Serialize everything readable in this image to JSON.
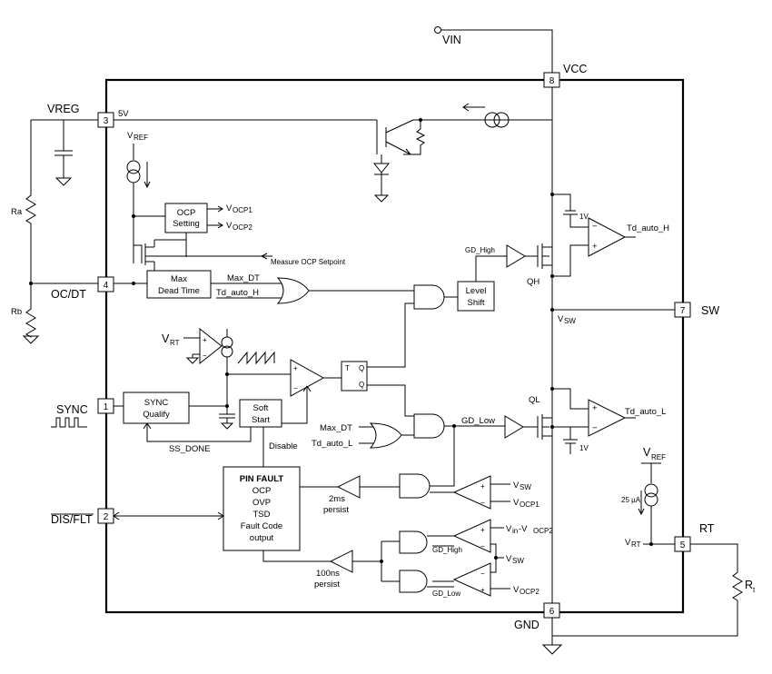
{
  "pins": {
    "vin": "VIN",
    "vcc": "VCC",
    "vreg": "VREG",
    "oc_dt": "OC/DT",
    "sync": "SYNC",
    "dis_flt": "DIS/FLT",
    "sw": "SW",
    "rt": "RT",
    "gnd": "GND",
    "n1": "1",
    "n2": "2",
    "n3": "3",
    "n4": "4",
    "n5": "5",
    "n6": "6",
    "n7": "7",
    "n8": "8"
  },
  "blocks": {
    "ocp_setting_1": "OCP",
    "ocp_setting_2": "Setting",
    "max_dt_1": "Max",
    "max_dt_2": "Dead Time",
    "level_shift_1": "Level",
    "level_shift_2": "Shift",
    "sync_q_1": "SYNC",
    "sync_q_2": "Qualify",
    "soft_start_1": "Soft",
    "soft_start_2": "Start",
    "pin_fault": [
      "PIN FAULT",
      "OCP",
      "OVP",
      "TSD",
      "Fault Code",
      "output"
    ]
  },
  "labels": {
    "v5": "5V",
    "vref_main": "V",
    "vref_sub": "REF",
    "vocp1_main": "V",
    "vocp1_sub": "OCP1",
    "vocp2_main": "V",
    "vocp2_sub": "OCP2",
    "measure_ocp": "Measure OCP Setpoint",
    "max_dt": "Max_DT",
    "td_auto_h": "Td_auto_H",
    "gd_high": "GD_High",
    "qh": "QH",
    "v_1v_top": "1V",
    "td_auto_h_out": "Td_auto_H",
    "vsw_main": "V",
    "vsw_sub": "SW",
    "vrt_main": "V",
    "vrt_sub": "RT",
    "ql": "QL",
    "td_auto_l_out": "Td_auto_L",
    "max_dt_2": "Max_DT",
    "td_auto_l": "Td_auto_L",
    "gd_low": "GD_Low",
    "v_1v_bot": "1V",
    "disable": "Disable",
    "ss_done": "SS_DONE",
    "ms2": "2ms",
    "persist1": "persist",
    "ns100": "100ns",
    "persist2": "persist",
    "vsw_c1_main": "V",
    "vsw_c1_sub": "SW",
    "vocp1_c1_main": "V",
    "vocp1_c1_sub": "OCP1",
    "vin_c2": "V",
    "vin_c2_sub": "in",
    "vin_c2_rest": " -V",
    "vin_c2_sub2": "OCP2",
    "gd_high_2": "GD_High",
    "vsw_c2_main": "V",
    "vsw_c2_sub": "SW",
    "gd_low_2": "GD_Low",
    "vocp2_c3_main": "V",
    "vocp2_c3_sub": "OCP2",
    "vref_rt_main": "V",
    "vref_rt_sub": "REF",
    "i25": "25 µA",
    "vrt_pin_main": "V",
    "vrt_pin_sub": "RT",
    "ra": "Ra",
    "rb": "Rb",
    "rt_main": "R",
    "rt_sub": "t",
    "ff_t": "T",
    "ff_q": "Q",
    "ff_qb": "Q",
    "plus": "+",
    "minus": "−"
  }
}
